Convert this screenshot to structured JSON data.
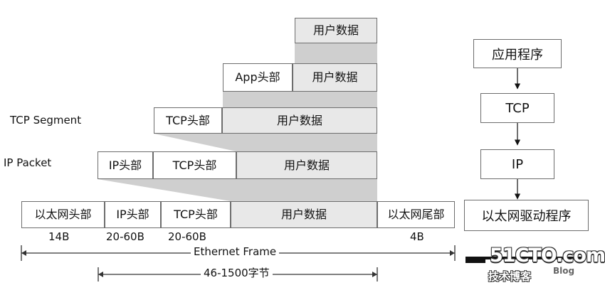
{
  "layers": {
    "app_data_box": "用户数据",
    "app_header": "App头部",
    "app_user_data": "用户数据",
    "tcp_segment_label": "TCP Segment",
    "tcp_header": "TCP头部",
    "tcp_user_data": "用户数据",
    "ip_packet_label": "IP Packet",
    "ip_header": "IP头部",
    "ip_tcp_header": "TCP头部",
    "ip_user_data": "用户数据",
    "eth_header": "以太网头部",
    "eth_ip_header": "IP头部",
    "eth_tcp_header": "TCP头部",
    "eth_user_data": "用户数据",
    "eth_trailer": "以太网尾部"
  },
  "sizes": {
    "eth_header_size": "14B",
    "ip_header_size": "20-60B",
    "tcp_header_size": "20-60B",
    "eth_trailer_size": "4B"
  },
  "frames": {
    "ethernet_frame_label": "Ethernet Frame",
    "payload_range_label": "46-1500字节"
  },
  "stack": {
    "application": "应用程序",
    "tcp": "TCP",
    "ip": "IP",
    "ethernet_driver": "以太网驱动程序"
  },
  "watermark": {
    "main": "51CTO.com",
    "sub": "技术博客",
    "blog": "Blog"
  },
  "colors": {
    "box_gray": "#e8e8e8",
    "funnel_gray": "#cfcfcf",
    "stroke": "#6d6d6d"
  }
}
